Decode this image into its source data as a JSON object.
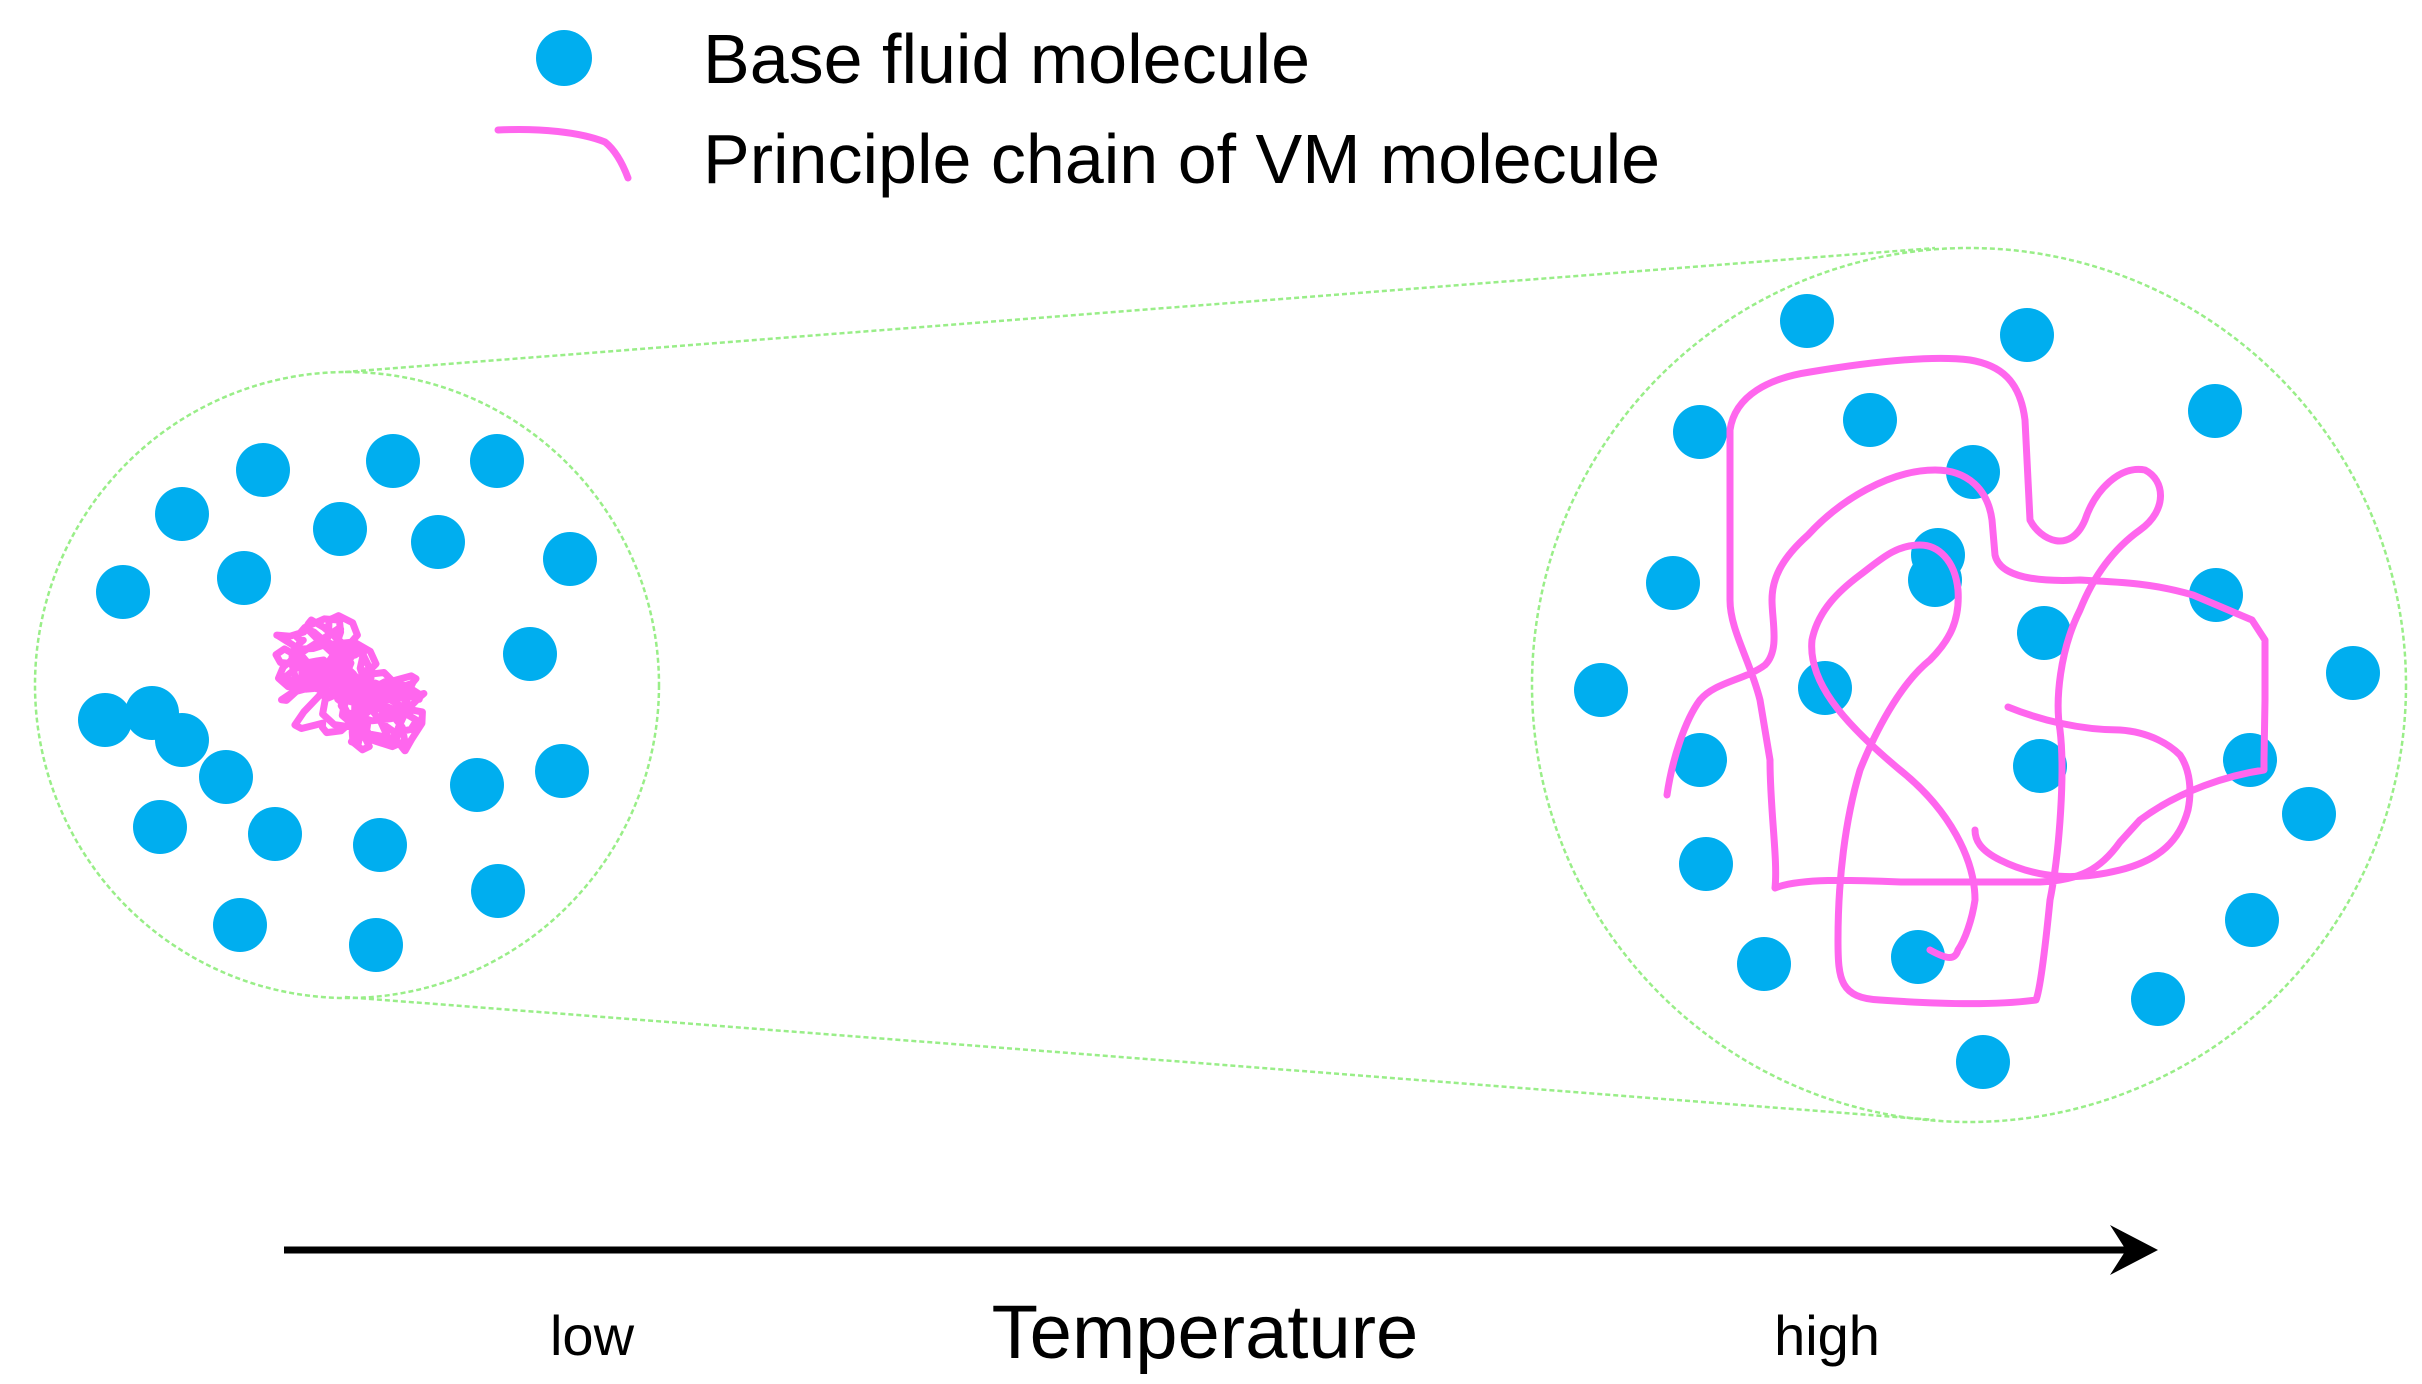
{
  "legend": {
    "items": [
      {
        "label": "Base fluid molecule",
        "icon": "molecule-dot-icon"
      },
      {
        "label": "Principle chain of VM molecule",
        "icon": "polymer-chain-icon"
      }
    ]
  },
  "axis": {
    "title": "Temperature",
    "low_label": "low",
    "high_label": "high",
    "direction": "low-to-high"
  },
  "panels": [
    {
      "name": "low-temperature-state",
      "chain_state": "coiled",
      "molecule_count": 22
    },
    {
      "name": "high-temperature-state",
      "chain_state": "expanded",
      "molecule_count": 24
    }
  ],
  "colors": {
    "molecule": "#00AEEF",
    "chain": "#FF66EE",
    "boundary": "#99EE88",
    "arrow": "#000000",
    "background": "#FFFFFF"
  }
}
